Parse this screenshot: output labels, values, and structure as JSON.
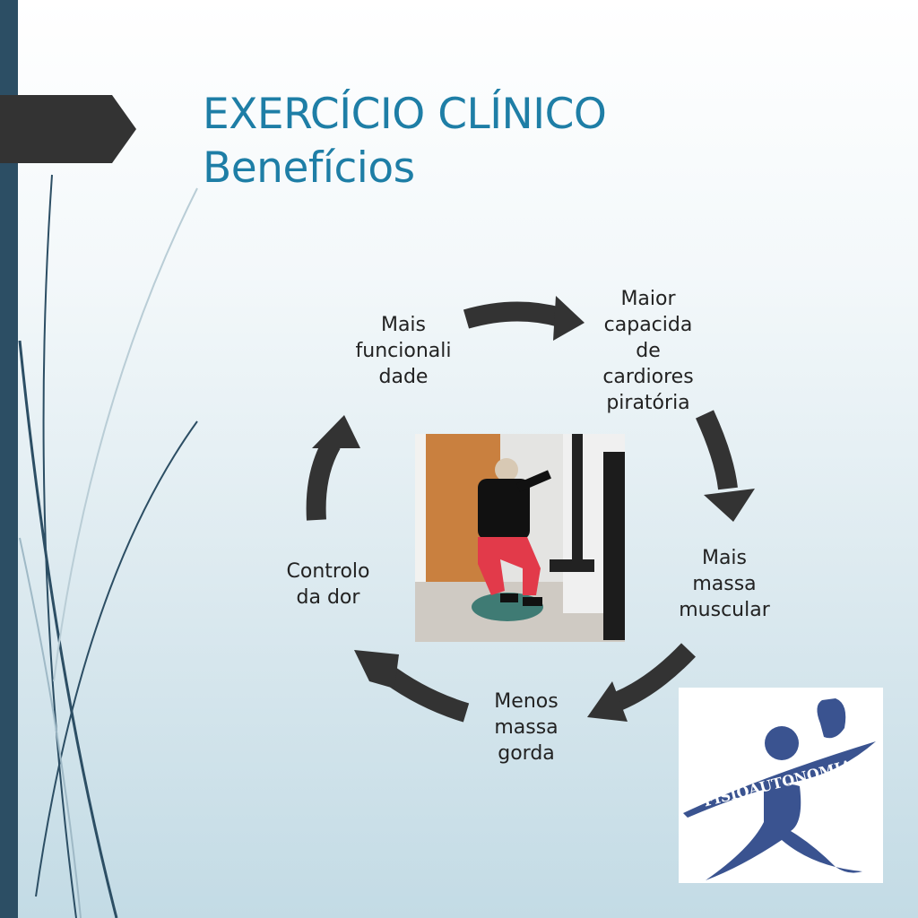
{
  "slide": {
    "title_line1": "EXERCÍCIO CLÍNICO",
    "title_line2": "Benefícios"
  },
  "cycle": {
    "items": [
      {
        "lines": [
          "Mais",
          "funcionali",
          "dade"
        ]
      },
      {
        "lines": [
          "Maior",
          "capacida",
          "de",
          "cardiores",
          "piratória"
        ]
      },
      {
        "lines": [
          "Mais",
          "massa",
          "muscular"
        ]
      },
      {
        "lines": [
          "Menos",
          "massa",
          "gorda"
        ]
      },
      {
        "lines": [
          "Controlo",
          "da dor"
        ]
      }
    ]
  },
  "logo": {
    "text": "FISIOAUTONOMIA",
    "color": "#3a5390"
  },
  "colors": {
    "title": "#1e7ea6",
    "sidebar": "#2c4e64",
    "arrow": "#333333"
  }
}
